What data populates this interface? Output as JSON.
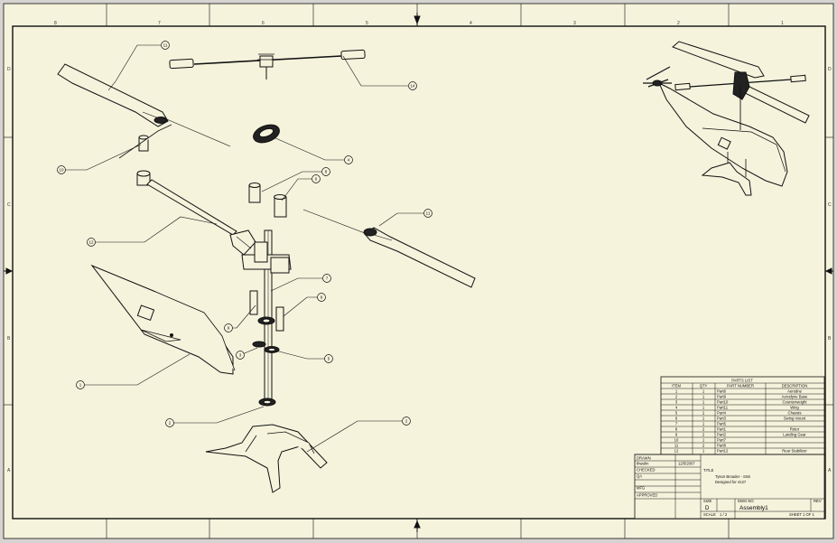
{
  "colors": {
    "paper": "#f5f3dc",
    "outer": "#d6d3d0",
    "ink": "#111111"
  },
  "zones": {
    "top": [
      "8",
      "7",
      "6",
      "5",
      "4",
      "3",
      "2",
      "1"
    ],
    "side": [
      "D",
      "C",
      "B",
      "A"
    ]
  },
  "balloons": [
    "11",
    "14",
    "4",
    "10",
    "8",
    "6",
    "11",
    "12",
    "7",
    "9",
    "9",
    "3",
    "5",
    "1",
    "2",
    "2"
  ],
  "parts_list": {
    "title": "PARTS LIST",
    "headers": [
      "ITEM",
      "QTY",
      "PART NUMBER",
      "DESCRIPTION"
    ],
    "rows": [
      [
        "1",
        "1",
        "Part6",
        "Aerodne"
      ],
      [
        "2",
        "1",
        "Part9",
        "Aerodyne Base"
      ],
      [
        "3",
        "1",
        "Part10",
        "Counterweight"
      ],
      [
        "4",
        "1",
        "Part11",
        "Wing"
      ],
      [
        "5",
        "2",
        "Part4",
        "Chassis"
      ],
      [
        "6",
        "1",
        "Part3",
        "Swing mount"
      ],
      [
        "7",
        "1",
        "Part5",
        ""
      ],
      [
        "8",
        "2",
        "Part1",
        "Rotor"
      ],
      [
        "9",
        "2",
        "Part2",
        "Landing Gear"
      ],
      [
        "10",
        "1",
        "Part7",
        ""
      ],
      [
        "11",
        "2",
        "Part8",
        ""
      ],
      [
        "12",
        "1",
        "Part12",
        "Rear Stabilizer"
      ]
    ]
  },
  "title_block": {
    "drawn_label": "DRAWN",
    "drawn_by": "thwahn",
    "date": "12/5/2007",
    "checked_label": "CHECKED",
    "qa_label": "QA",
    "mfg_label": "MFG",
    "approved_label": "APPROVED",
    "title_label": "TITLE",
    "title_line1": "Tyson Broader - SS6",
    "title_line2": "Designed for 4127",
    "size_label": "SIZE",
    "size": "D",
    "dwg_label": "DWG NO",
    "dwg_no": "Assembly1",
    "rev_label": "REV",
    "scale_label": "SCALE",
    "scale": "1 / 2",
    "sheet": "SHEET 1  OF 1"
  }
}
